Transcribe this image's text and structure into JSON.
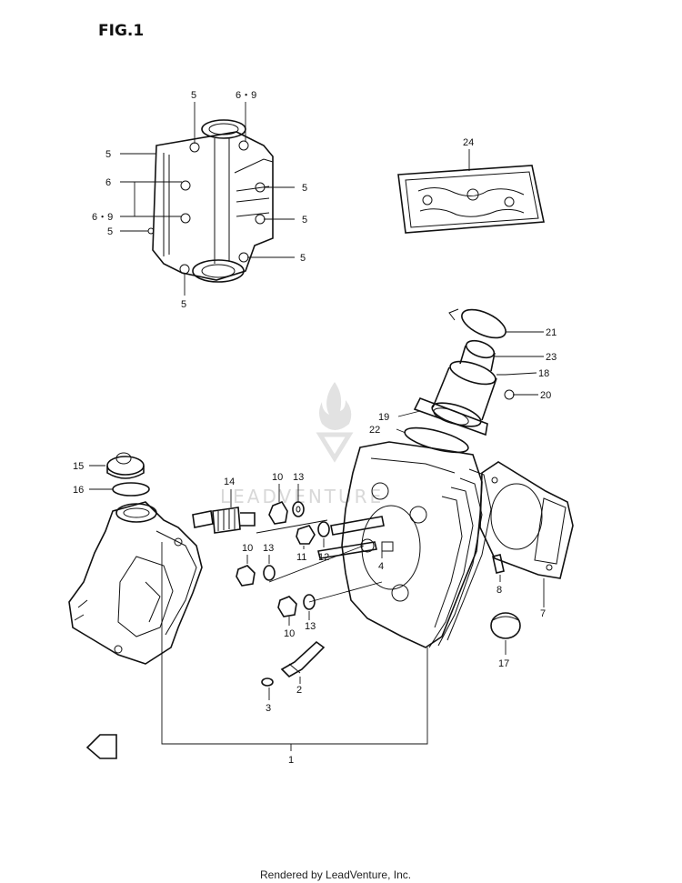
{
  "figure_title": "FIG.1",
  "footer": "Rendered by LeadVenture, Inc.",
  "watermark": "LEADVENTURE",
  "callouts": {
    "c1": "1",
    "c2": "2",
    "c3": "3",
    "c4": "4",
    "c5a": "5",
    "c5b": "5",
    "c5c": "5",
    "c5d": "5",
    "c5e": "5",
    "c5f": "5",
    "c5g": "5",
    "c6": "6",
    "c69a": "6・9",
    "c69b": "6・9",
    "c7": "7",
    "c8": "8",
    "c10a": "10",
    "c10b": "10",
    "c10c": "10",
    "c11": "11",
    "c12": "12",
    "c13a": "13",
    "c13b": "13",
    "c13c": "13",
    "c14": "14",
    "c15": "15",
    "c16": "16",
    "c17": "17",
    "c18": "18",
    "c19": "19",
    "c20": "20",
    "c21": "21",
    "c22": "22",
    "c23": "23",
    "c24": "24"
  },
  "front_arrow": "FWD"
}
